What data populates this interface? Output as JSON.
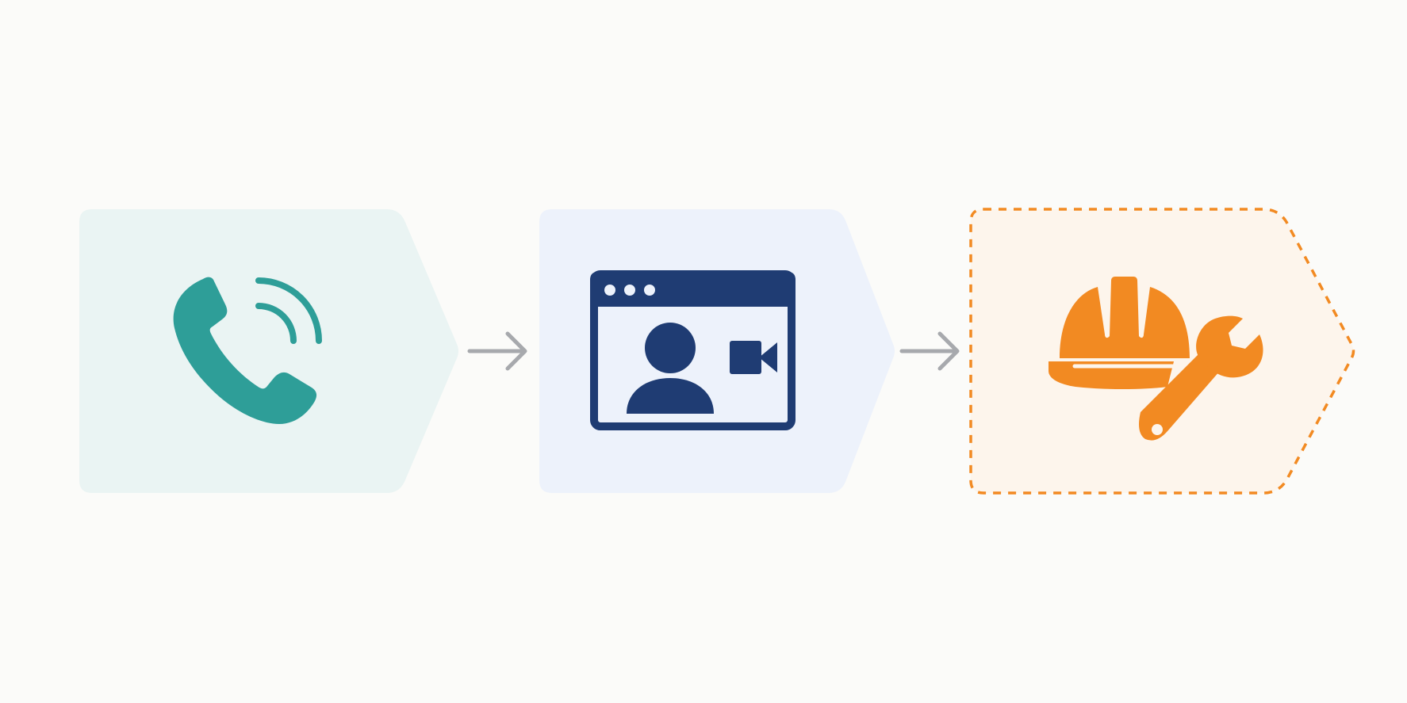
{
  "diagram": {
    "type": "process-flow",
    "steps": [
      {
        "id": "phone-call",
        "icon": "phone-call-icon",
        "fill_color": "#eaf4f3",
        "icon_color": "#2e9e98",
        "border_style": "none"
      },
      {
        "id": "video-consultation",
        "icon": "video-call-window-icon",
        "fill_color": "#edf2fb",
        "icon_color": "#1f3c73",
        "border_style": "none"
      },
      {
        "id": "on-site-technician",
        "icon": "hard-hat-wrench-icon",
        "fill_color": "#fdf5ec",
        "icon_color": "#f28a22",
        "border_style": "dashed",
        "border_color": "#f28a22"
      }
    ],
    "connectors": [
      {
        "from": "phone-call",
        "to": "video-consultation",
        "icon": "arrow-right-icon",
        "color": "#a7a9ad"
      },
      {
        "from": "video-consultation",
        "to": "on-site-technician",
        "icon": "arrow-right-icon",
        "color": "#a7a9ad"
      }
    ],
    "background_color": "#fbfbf9"
  }
}
